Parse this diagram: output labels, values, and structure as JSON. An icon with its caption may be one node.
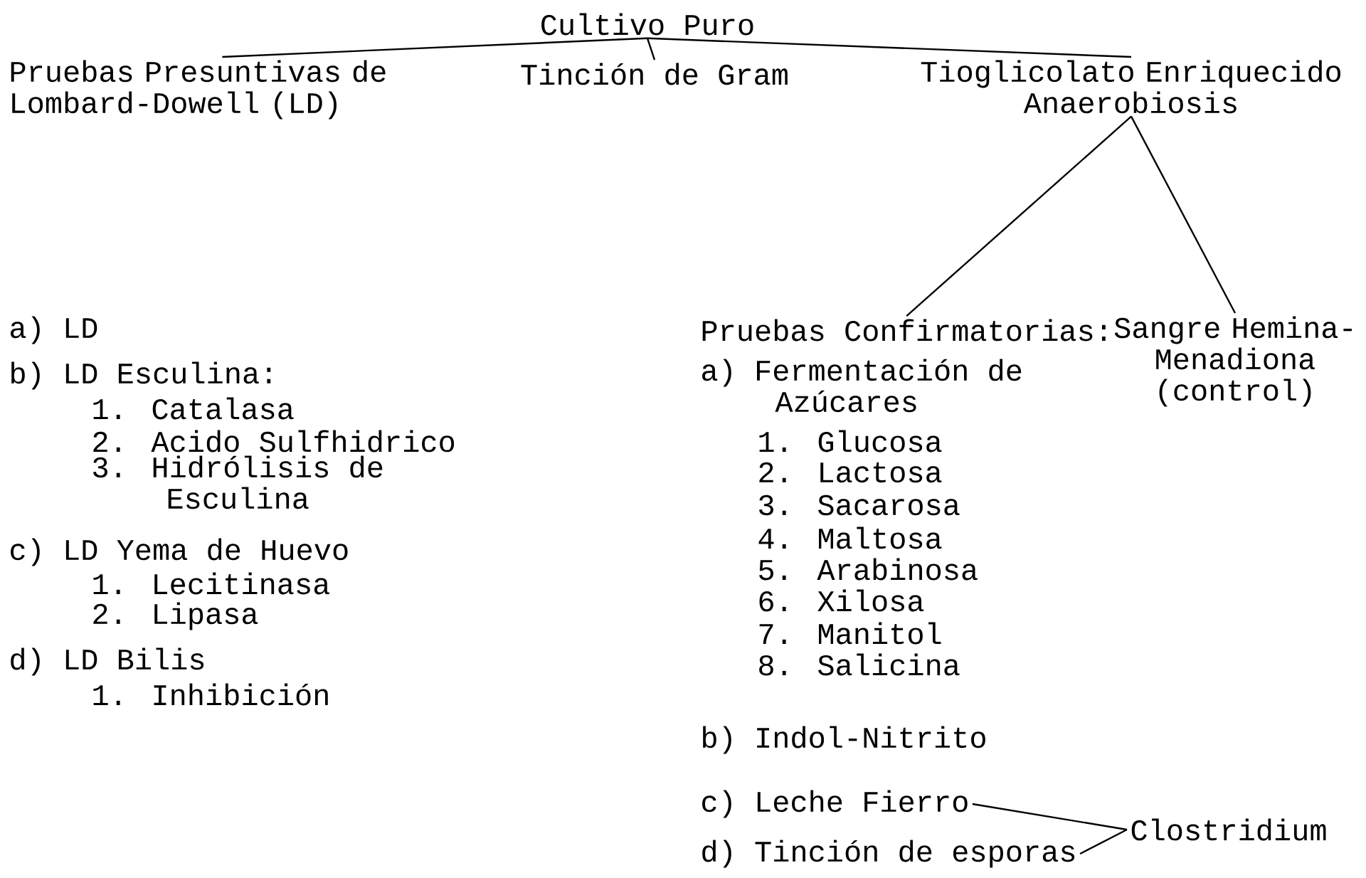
{
  "diagram": {
    "nodes": [
      {
        "text": [
          "Cultivo Puro"
        ]
      },
      {
        "text": [
          "Pruebas Presuntivas de Lombard-Dowell (LD)"
        ]
      },
      {
        "text": [
          "Tinción de Gram"
        ]
      },
      {
        "text": [
          "Tioglicolato Enriquecido Anaerobiosis"
        ]
      },
      {
        "text": [
          "Pruebas Confirmatorias:"
        ]
      },
      {
        "text": [
          "Sangre Hemina-Menadiona (control)"
        ]
      },
      {
        "text": [
          "c) Leche Fierro"
        ]
      },
      {
        "text": [
          "d) Tinción de esporas"
        ]
      },
      {
        "text": [
          "Clostridium"
        ]
      }
    ],
    "edges": [
      {
        "from": 0,
        "to": 1,
        "arrow": "none"
      },
      {
        "from": 0,
        "to": 2,
        "arrow": "none"
      },
      {
        "from": 0,
        "to": 3,
        "arrow": "none"
      },
      {
        "from": 3,
        "to": 4,
        "arrow": "none"
      },
      {
        "from": 3,
        "to": 5,
        "arrow": "none"
      },
      {
        "from": 6,
        "to": 8,
        "arrow": "none"
      },
      {
        "from": 7,
        "to": 8,
        "arrow": "none"
      }
    ],
    "labels": [
      "a) LD",
      "b) LD Esculina:",
      "1. Catalasa",
      "2. Acido Sulfhidrico",
      "3. Hidrólisis de Esculina",
      "c) LD Yema de Huevo",
      "1. Lecitinasa",
      "2. Lipasa",
      "d) LD Bilis",
      "1. Inhibición",
      "a) Fermentación de Azúcares",
      "1. Glucosa",
      "2. Lactosa",
      "3. Sacarosa",
      "4. Maltosa",
      "5. Arabinosa",
      "6. Xilosa",
      "7. Manitol",
      "8. Salicina",
      "b) Indol-Nitrito"
    ]
  }
}
